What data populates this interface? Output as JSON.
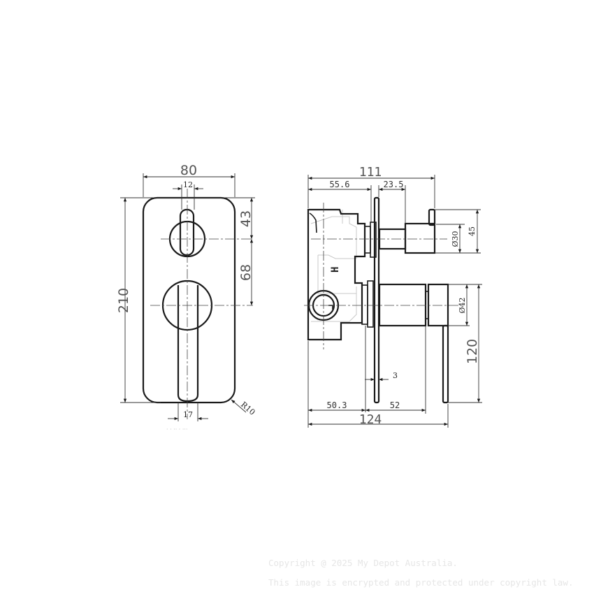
{
  "front_view": {
    "width_label": "80",
    "height_label": "210",
    "top_knob_width_label": "12",
    "top_offset_label": "43",
    "spacing_label": "68",
    "lever_width_label": "17",
    "corner_radius_label": "R10"
  },
  "side_view": {
    "total_depth_label": "111",
    "body_depth_label": "55.6",
    "knob_projection_label": "23.5",
    "knob_diameter_label": "Ø30",
    "knob_height_label": "45",
    "handle_diameter_label": "Ø42",
    "lever_length_label": "120",
    "plate_thickness_label": "3",
    "body_rear_label": "50.3",
    "handle_projection_label": "52",
    "overall_depth_label": "124",
    "hot_marker": "H"
  },
  "watermark": {
    "line1": "Copyright @ 2025 My Depot Australia.",
    "line2": "This image is encrypted and protected under copyright law."
  }
}
